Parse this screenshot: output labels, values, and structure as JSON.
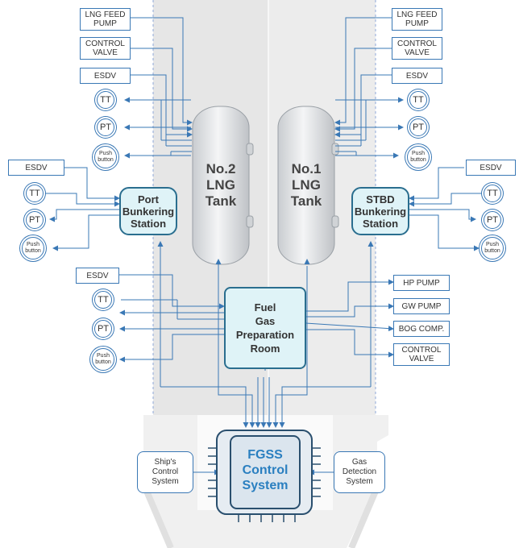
{
  "tanks": [
    {
      "id": "no2",
      "label": "No.2\nLNG\nTank"
    },
    {
      "id": "no1",
      "label": "No.1\nLNG\nTank"
    }
  ],
  "left_tank_inputs": [
    {
      "label": "LNG FEED\nPUMP",
      "kind": "box"
    },
    {
      "label": "CONTROL\nVALVE",
      "kind": "box"
    },
    {
      "label": "ESDV",
      "kind": "box"
    },
    {
      "label": "TT",
      "kind": "circle"
    },
    {
      "label": "PT",
      "kind": "circle"
    },
    {
      "label": "Push\nbutton",
      "kind": "circle"
    }
  ],
  "right_tank_inputs": [
    {
      "label": "LNG FEED\nPUMP",
      "kind": "box"
    },
    {
      "label": "CONTROL\nVALVE",
      "kind": "box"
    },
    {
      "label": "ESDV",
      "kind": "box"
    },
    {
      "label": "TT",
      "kind": "circle"
    },
    {
      "label": "PT",
      "kind": "circle"
    },
    {
      "label": "Push\nbutton",
      "kind": "circle"
    }
  ],
  "port_station": {
    "label": "Port\nBunkering\nStation",
    "inputs": [
      {
        "label": "ESDV",
        "kind": "box"
      },
      {
        "label": "TT",
        "kind": "circle"
      },
      {
        "label": "PT",
        "kind": "circle"
      },
      {
        "label": "Push\nbutton",
        "kind": "circle"
      }
    ]
  },
  "stbd_station": {
    "label": "STBD\nBunkering\nStation",
    "inputs": [
      {
        "label": "ESDV",
        "kind": "box"
      },
      {
        "label": "TT",
        "kind": "circle"
      },
      {
        "label": "PT",
        "kind": "circle"
      },
      {
        "label": "Push\nbutton",
        "kind": "circle"
      }
    ]
  },
  "fgpr": {
    "label": "Fuel\nGas\nPreparation\nRoom",
    "left_inputs": [
      {
        "label": "ESDV",
        "kind": "box"
      },
      {
        "label": "TT",
        "kind": "circle"
      },
      {
        "label": "PT",
        "kind": "circle"
      },
      {
        "label": "Push\nbutton",
        "kind": "circle"
      }
    ],
    "right_inputs": [
      {
        "label": "HP PUMP",
        "kind": "box"
      },
      {
        "label": "GW PUMP",
        "kind": "box"
      },
      {
        "label": "BOG COMP.",
        "kind": "box"
      },
      {
        "label": "CONTROL\nVALVE",
        "kind": "box"
      }
    ]
  },
  "fgss": {
    "label": "FGSS\nControl\nSystem"
  },
  "ships_control": {
    "label": "Ship's\nControl\nSystem"
  },
  "gas_detection": {
    "label": "Gas\nDetection\nSystem"
  },
  "colors": {
    "line": "#3a78b5",
    "station_fill": "#dff3f7",
    "station_border": "#2a6e8f",
    "fgss_text": "#2a7fc0",
    "hull": "#ececec"
  }
}
